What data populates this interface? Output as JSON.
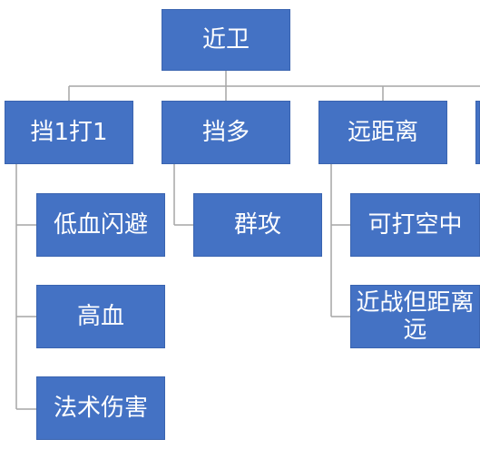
{
  "diagram": {
    "root": {
      "label": "近卫"
    },
    "branches": [
      {
        "label": "挡1打1",
        "children": [
          "低血闪避",
          "高血",
          "法术伤害"
        ]
      },
      {
        "label": "挡多",
        "children": [
          "群攻"
        ]
      },
      {
        "label": "远距离",
        "children": [
          "可打空中",
          "近战但距离远"
        ]
      }
    ]
  },
  "colors": {
    "node_fill": "#4472c4",
    "node_text": "#ffffff",
    "connector": "#a6a6a6"
  }
}
